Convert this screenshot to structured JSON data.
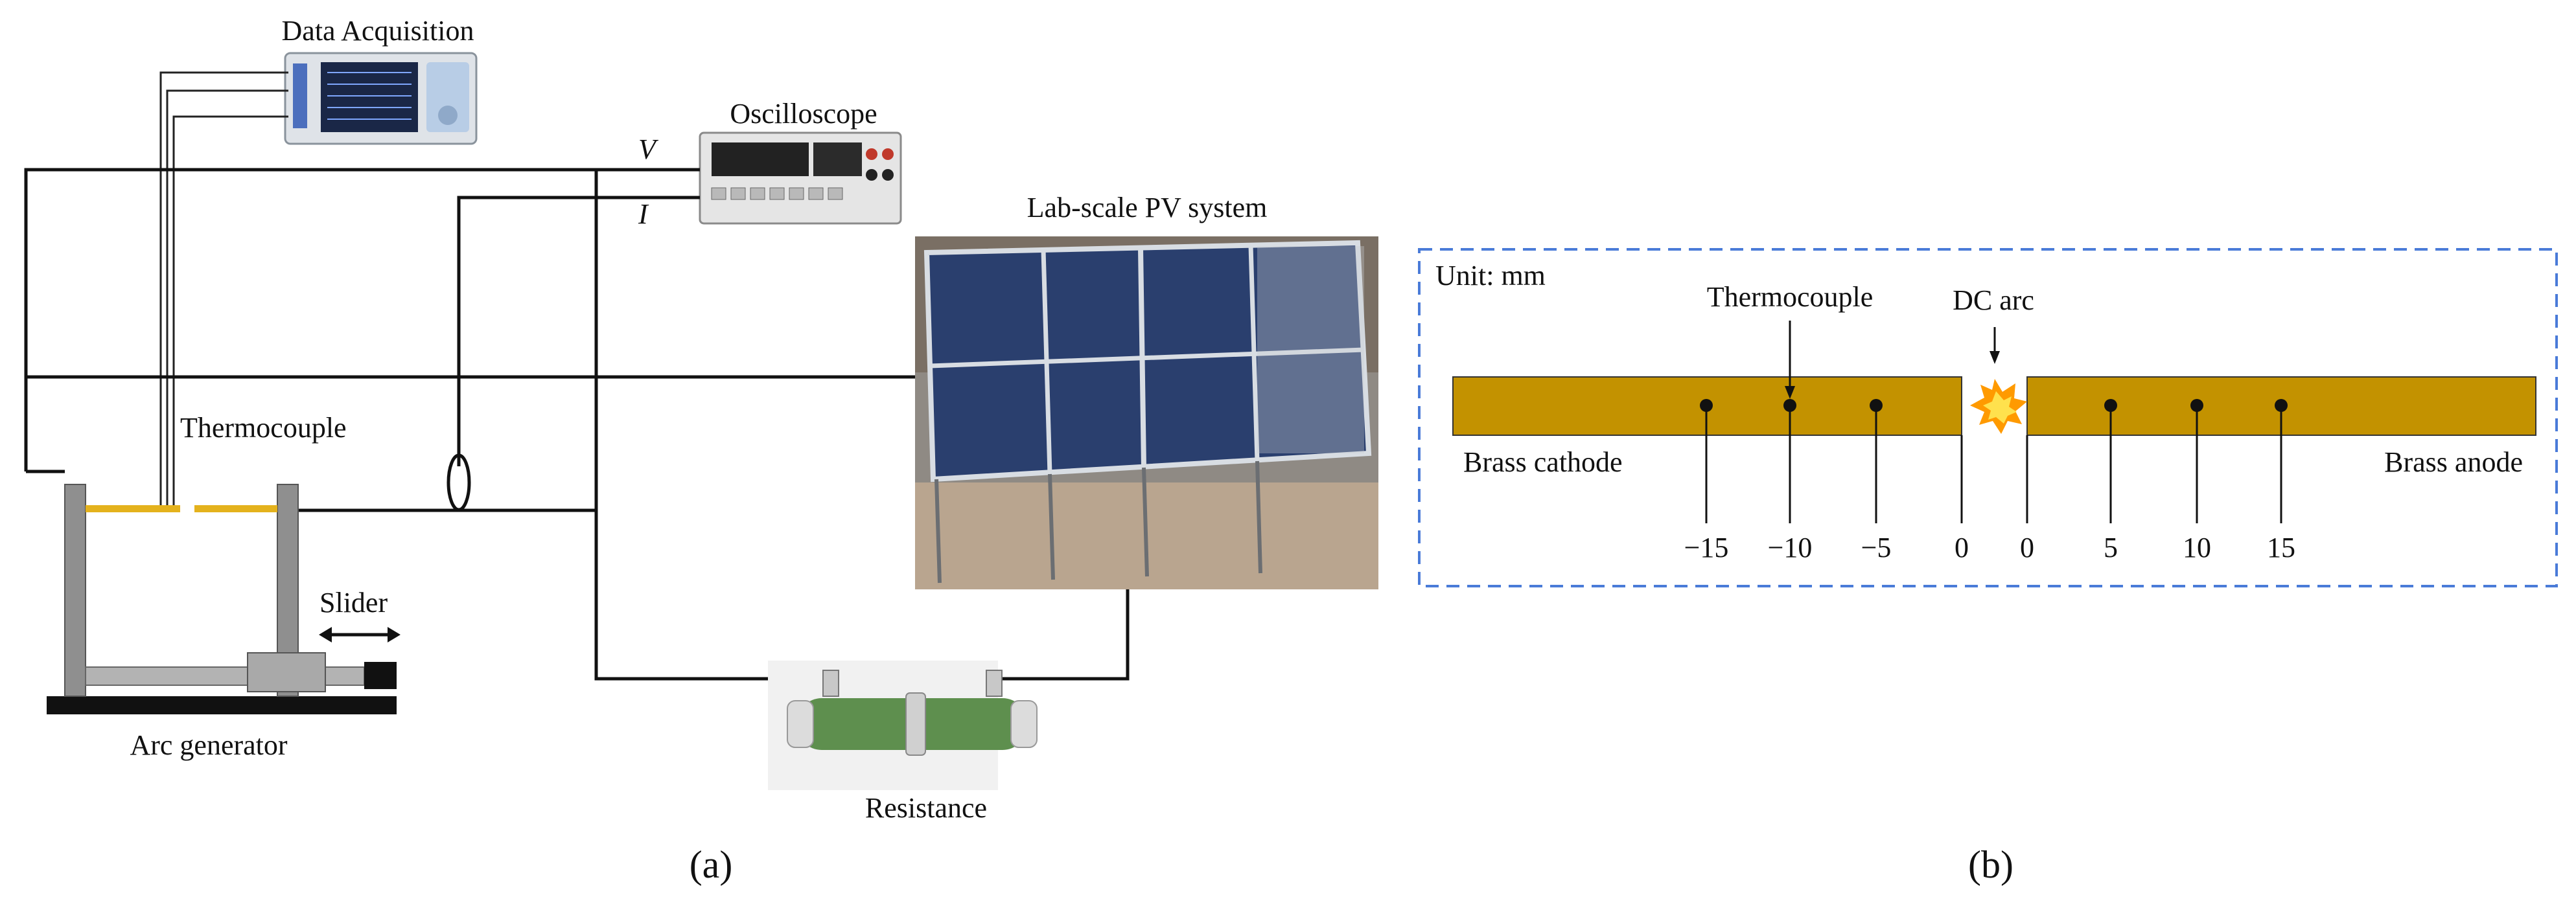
{
  "panel_a": {
    "caption": "(a)",
    "data_acquisition": "Data Acquisition",
    "oscilloscope": "Oscilloscope",
    "voltage_label": "V",
    "current_label": "I",
    "pv_system": "Lab-scale PV system",
    "thermocouple": "Thermocouple",
    "slider": "Slider",
    "arc_generator": "Arc generator",
    "resistance": "Resistance"
  },
  "panel_b": {
    "caption": "(b)",
    "unit": "Unit: mm",
    "thermocouple": "Thermocouple",
    "dc_arc": "DC arc",
    "cathode": "Brass cathode",
    "anode": "Brass anode",
    "ticks": [
      "−15",
      "−10",
      "−5",
      "0",
      "0",
      "5",
      "10",
      "15"
    ],
    "colors": {
      "electrode": "#c39200",
      "frame": "#4a7bd8",
      "arc": "#ff9a00"
    }
  }
}
